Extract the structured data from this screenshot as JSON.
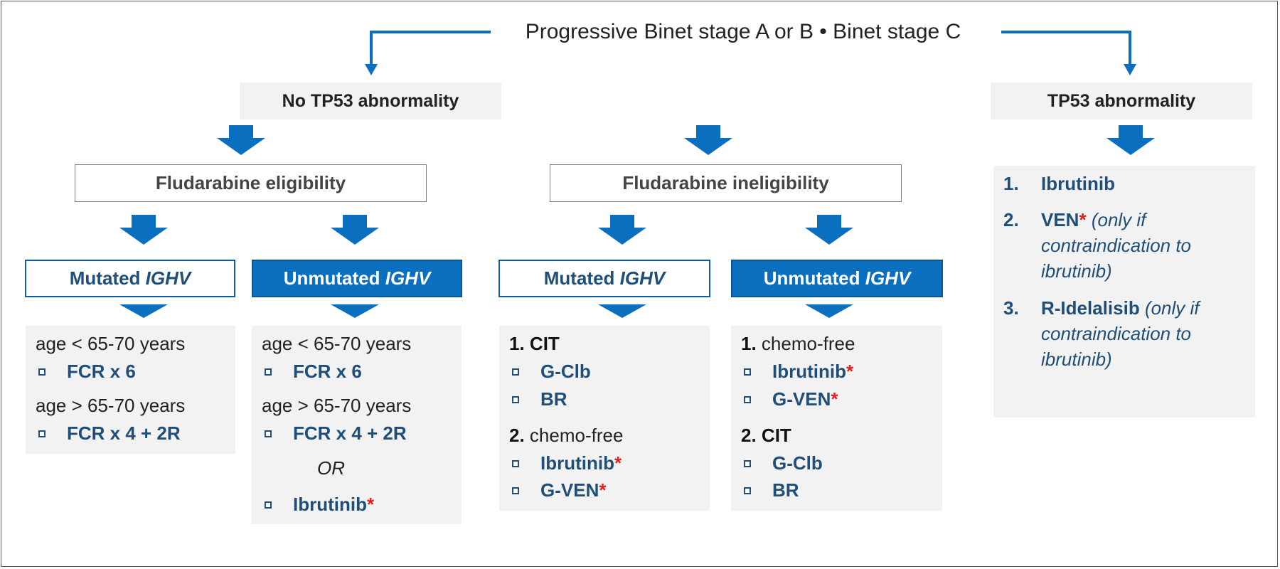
{
  "title": "Progressive Binet stage A or B • Binet stage C",
  "colors": {
    "accent_blue": "#0b6fbf",
    "drug_text": "#1f4e79",
    "asterisk_red": "#e02020",
    "panel_gray": "#f2f2f2"
  },
  "no_tp53": {
    "label": "No TP53 abnormality"
  },
  "tp53": {
    "label": "TP53 abnormality",
    "items": [
      {
        "num": "1.",
        "drug": "Ibrutinib",
        "star": "",
        "note": []
      },
      {
        "num": "2.",
        "drug": "VEN",
        "star": "*",
        "note": [
          "(only if",
          "contraindication to",
          "ibrutinib)"
        ]
      },
      {
        "num": "3.",
        "drug": "R-Idelalisib",
        "star": "",
        "note": [
          "(only if",
          "contraindication to",
          "ibrutinib)"
        ]
      }
    ]
  },
  "fludarabine_eligibility": {
    "label": "Fludarabine eligibility",
    "mutated": {
      "label_prefix": "Mutated",
      "label_gene": "IGHV",
      "age_young": "age < 65-70 years",
      "young_drug": "FCR x 6",
      "age_old": "age > 65-70 years",
      "old_drug": "FCR x 4 + 2R"
    },
    "unmutated": {
      "label_prefix": "Unmutated",
      "label_gene": "IGHV",
      "age_young": "age < 65-70 years",
      "young_drug": "FCR x 6",
      "age_old": "age > 65-70 years",
      "old_drug": "FCR x 4 + 2R",
      "or": "OR",
      "alt_drug": "Ibrutinib",
      "alt_star": "*"
    }
  },
  "fludarabine_ineligibility": {
    "label": "Fludarabine ineligibility",
    "mutated": {
      "label_prefix": "Mutated",
      "label_gene": "IGHV",
      "first_num": "1.",
      "first_label": "CIT",
      "first_drugs": [
        {
          "name": "G-Clb",
          "star": ""
        },
        {
          "name": "BR",
          "star": ""
        }
      ],
      "second_num": "2.",
      "second_label": "chemo-free",
      "second_drugs": [
        {
          "name": "Ibrutinib",
          "star": "*"
        },
        {
          "name": "G-VEN",
          "star": "*"
        }
      ]
    },
    "unmutated": {
      "label_prefix": "Unmutated",
      "label_gene": "IGHV",
      "first_num": "1.",
      "first_label": "chemo-free",
      "first_drugs": [
        {
          "name": "Ibrutinib",
          "star": "*"
        },
        {
          "name": "G-VEN",
          "star": "*"
        }
      ],
      "second_num": "2.",
      "second_label": "CIT",
      "second_drugs": [
        {
          "name": "G-Clb",
          "star": ""
        },
        {
          "name": "BR",
          "star": ""
        }
      ]
    }
  }
}
